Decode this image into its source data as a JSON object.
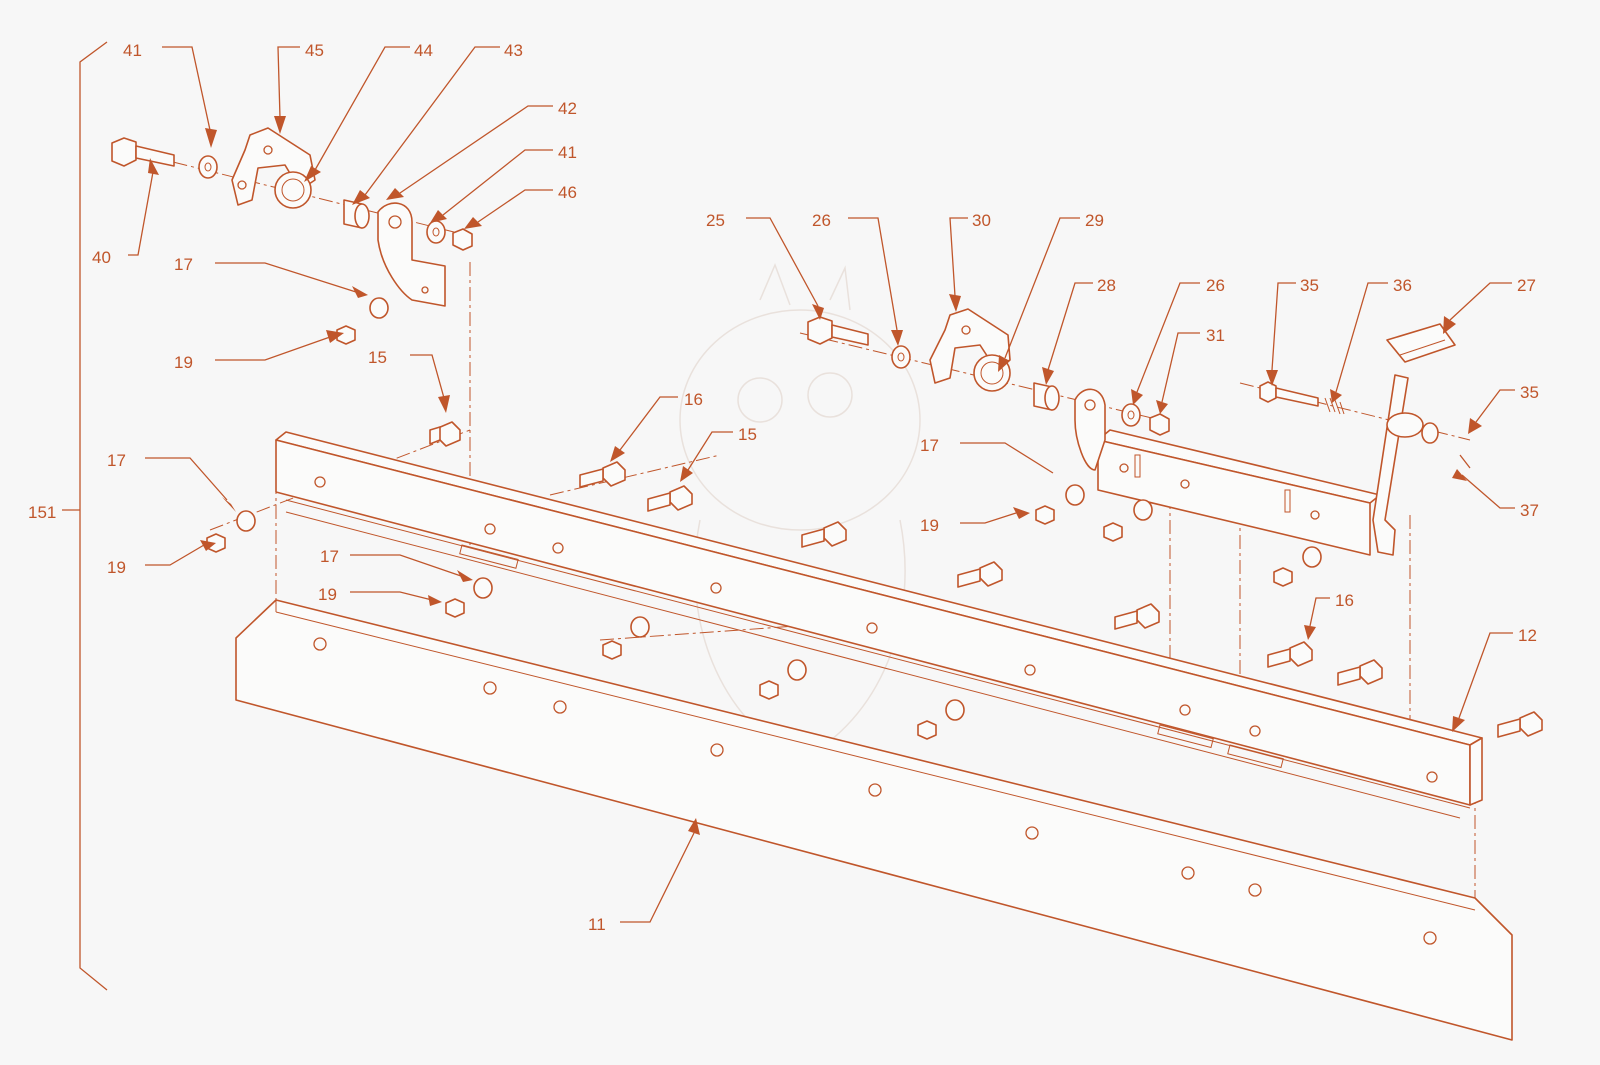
{
  "assembly_label": "151",
  "accent_color": "#c0562b",
  "background_color": "#f7f7f7",
  "callouts": [
    {
      "label": "41"
    },
    {
      "label": "45"
    },
    {
      "label": "44"
    },
    {
      "label": "43"
    },
    {
      "label": "42"
    },
    {
      "label": "41"
    },
    {
      "label": "46"
    },
    {
      "label": "40"
    },
    {
      "label": "17"
    },
    {
      "label": "19"
    },
    {
      "label": "15"
    },
    {
      "label": "16"
    },
    {
      "label": "15"
    },
    {
      "label": "17"
    },
    {
      "label": "19"
    },
    {
      "label": "17"
    },
    {
      "label": "19"
    },
    {
      "label": "25"
    },
    {
      "label": "26"
    },
    {
      "label": "30"
    },
    {
      "label": "29"
    },
    {
      "label": "28"
    },
    {
      "label": "26"
    },
    {
      "label": "31"
    },
    {
      "label": "35"
    },
    {
      "label": "36"
    },
    {
      "label": "27"
    },
    {
      "label": "35"
    },
    {
      "label": "37"
    },
    {
      "label": "17"
    },
    {
      "label": "19"
    },
    {
      "label": "16"
    },
    {
      "label": "12"
    },
    {
      "label": "11"
    }
  ]
}
